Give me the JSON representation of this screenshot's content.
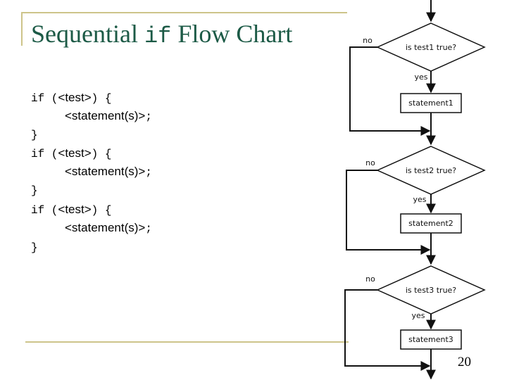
{
  "slide": {
    "title_part1": "Sequential ",
    "title_code": "if",
    "title_part2": " Flow Chart",
    "page_number": "20"
  },
  "code": {
    "if_keyword": "if",
    "open_paren": " (",
    "test": "<test>",
    "close_brace_open": ") {",
    "statement": "<statement(s)>",
    "semicolon": ";",
    "close_brace": "}"
  },
  "flowchart": {
    "decisions": [
      "is test1 true?",
      "is test2 true?",
      "is test3 true?"
    ],
    "statements": [
      "statement1",
      "statement2",
      "statement3"
    ],
    "yes_label": "yes",
    "no_label": "no"
  }
}
